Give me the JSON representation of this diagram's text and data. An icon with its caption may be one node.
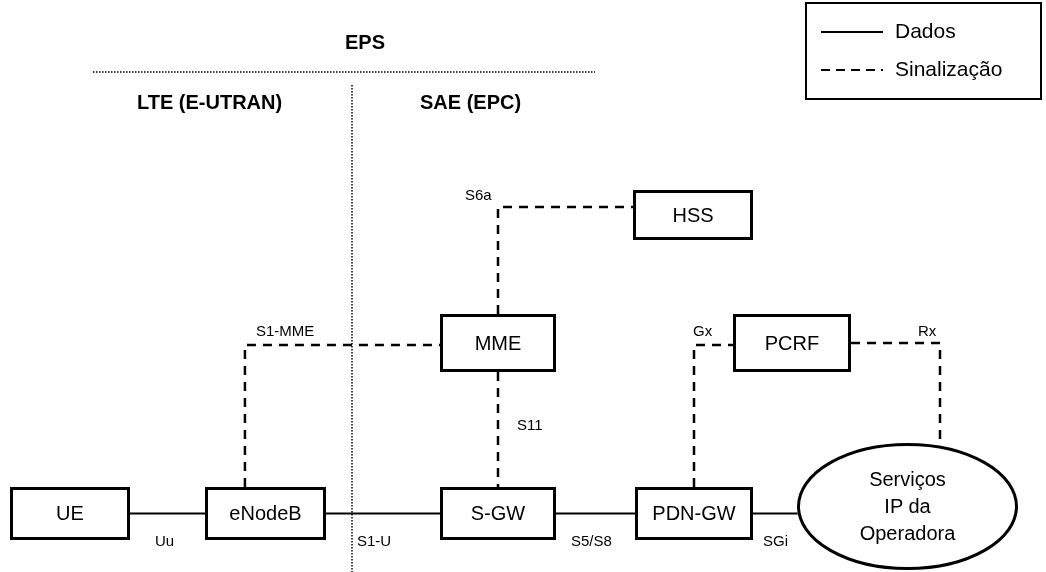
{
  "diagram": {
    "title": "EPS",
    "nodes": [
      {
        "text": [
          "HSS"
        ]
      },
      {
        "text": [
          "MME"
        ]
      },
      {
        "text": [
          "PCRF"
        ]
      },
      {
        "text": [
          "UE"
        ]
      },
      {
        "text": [
          "eNodeB"
        ]
      },
      {
        "text": [
          "S-GW"
        ]
      },
      {
        "text": [
          "PDN-GW"
        ]
      },
      {
        "text": [
          "Serviços IP da Operadora"
        ]
      }
    ],
    "edges": [
      {
        "from": 3,
        "to": 4,
        "arrow": "none",
        "label": "Uu"
      },
      {
        "from": 4,
        "to": 5,
        "arrow": "none",
        "label": "S1-U"
      },
      {
        "from": 5,
        "to": 6,
        "arrow": "none",
        "label": "S5/S8"
      },
      {
        "from": 6,
        "to": 7,
        "arrow": "none",
        "label": "SGi"
      },
      {
        "from": 4,
        "to": 1,
        "arrow": "none",
        "label": "S1-MME",
        "style": "dashed"
      },
      {
        "from": 1,
        "to": 5,
        "arrow": "none",
        "label": "S11",
        "style": "dashed"
      },
      {
        "from": 1,
        "to": 0,
        "arrow": "none",
        "label": "S6a",
        "style": "dashed"
      },
      {
        "from": 6,
        "to": 2,
        "arrow": "none",
        "label": "Gx",
        "style": "dashed"
      },
      {
        "from": 2,
        "to": 7,
        "arrow": "none",
        "label": "Rx",
        "style": "dashed"
      }
    ],
    "labels": [
      "LTE (E-UTRAN)",
      "SAE (EPC)"
    ],
    "legend": [
      {
        "text": "Dados"
      },
      {
        "text": "Sinalização"
      }
    ]
  }
}
